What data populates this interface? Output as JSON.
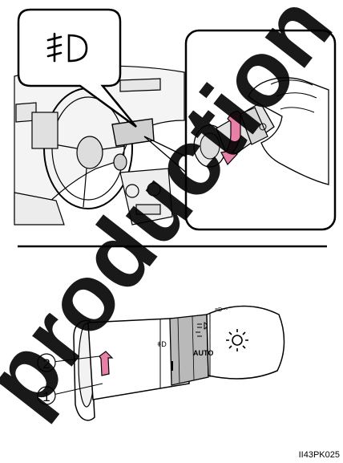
{
  "figure": {
    "indicator_symbol": "≢D",
    "top_panel_icon": "front-fog-light-icon",
    "divider": true,
    "steps": [
      {
        "number": "2"
      },
      {
        "number": "1"
      }
    ],
    "switch_labels": {
      "fog": "ǂD",
      "auto": "AUTO",
      "headlight_icon": "headlight-sun-icon"
    },
    "watermark": "production",
    "code": "II43PK025",
    "colors": {
      "arrow_pink": "#e77fa6",
      "line": "#000000",
      "watermark": "#000000"
    }
  }
}
